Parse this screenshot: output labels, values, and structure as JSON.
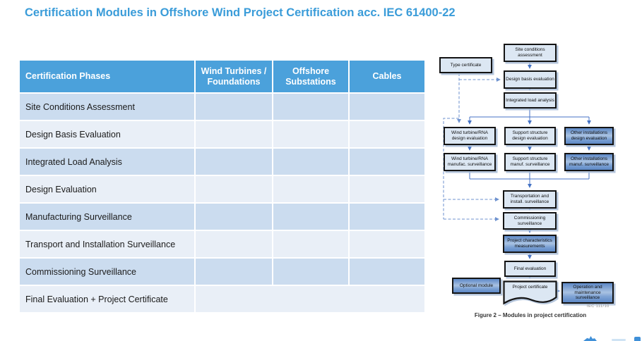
{
  "title": "Certification Modules in Offshore Wind Project Certification acc. IEC 61400-22",
  "colors": {
    "title_accent": "#3A9CD9",
    "table_header_bg": "#4BA1DB",
    "row_dark": "#CBDCEF",
    "row_light": "#E9EFF7",
    "flow_line": "#4472C4",
    "flow_box_light": "#DCE7F3",
    "flow_box_dark": "#6089C7"
  },
  "table": {
    "columns": [
      "Certification Phases",
      "Wind Turbines / Foundations",
      "Offshore Substations",
      "Cables"
    ],
    "rows": [
      {
        "phase": "Site Conditions Assessment"
      },
      {
        "phase": "Design Basis Evaluation"
      },
      {
        "phase": "Integrated Load Analysis"
      },
      {
        "phase": "Design Evaluation"
      },
      {
        "phase": "Manufacturing Surveillance"
      },
      {
        "phase": "Transport and Installation Surveillance"
      },
      {
        "phase": "Commissioning Surveillance"
      },
      {
        "phase": "Final Evaluation + Project Certificate"
      }
    ]
  },
  "flowchart": {
    "boxes": [
      {
        "label": "Type certificate",
        "style": "light"
      },
      {
        "label": "Site conditions assessment",
        "style": "light"
      },
      {
        "label": "Design basis evaluation",
        "style": "light"
      },
      {
        "label": "Integrated load analysis",
        "style": "light"
      },
      {
        "label": "Wind turbine/RNA design evaluation",
        "style": "light"
      },
      {
        "label": "Support structure design evaluation",
        "style": "light"
      },
      {
        "label": "Other installations design evaluation",
        "style": "dark"
      },
      {
        "label": "Wind turbine/RNA manufac. surveillance",
        "style": "light"
      },
      {
        "label": "Support structure manuf. surveillance",
        "style": "light"
      },
      {
        "label": "Other installations manuf. surveillance",
        "style": "dark"
      },
      {
        "label": "Transportation and install. surveillance",
        "style": "light"
      },
      {
        "label": "Commissioning surveillance",
        "style": "light"
      },
      {
        "label": "Project characteristics measurements",
        "style": "dark"
      },
      {
        "label": "Final evaluation",
        "style": "light"
      },
      {
        "label": "Optional module",
        "style": "dark"
      },
      {
        "label": "Project certificate",
        "style": "doc"
      },
      {
        "label": "Operation and maintenance surveillance",
        "style": "dark"
      }
    ],
    "iec_ref": "IEC  111/10",
    "caption": "Figure 2 – Modules in project certification"
  },
  "decor": {
    "bottom_right": "partial-logo-fragments"
  }
}
